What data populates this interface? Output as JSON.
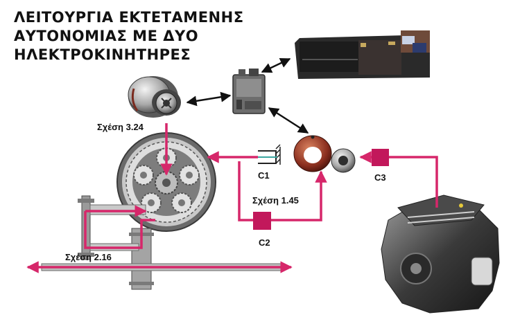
{
  "title": {
    "line1": "ΛΕΙΤΟΥΡΓΙΑ ΕΚΤΕΤΑΜΕΝΗΣ",
    "line2": "ΑΥΤΟΝΟΜΙΑΣ ΜΕ ΔΥΟ",
    "line3": "ΗΛΕΚΤΡΟΚΙΝΗΤΗΡΕΣ"
  },
  "labels": {
    "ratio_3_24": "Σχέση 3.24",
    "ratio_1_45": "Σχέση 1.45",
    "ratio_2_16": "Σχέση 2.16",
    "clutch_c1": "C1",
    "clutch_c2": "C2",
    "clutch_c3": "C3"
  },
  "colors": {
    "flow": "#d6276a",
    "clutch": "#c2185b",
    "arrow": "#111111"
  }
}
